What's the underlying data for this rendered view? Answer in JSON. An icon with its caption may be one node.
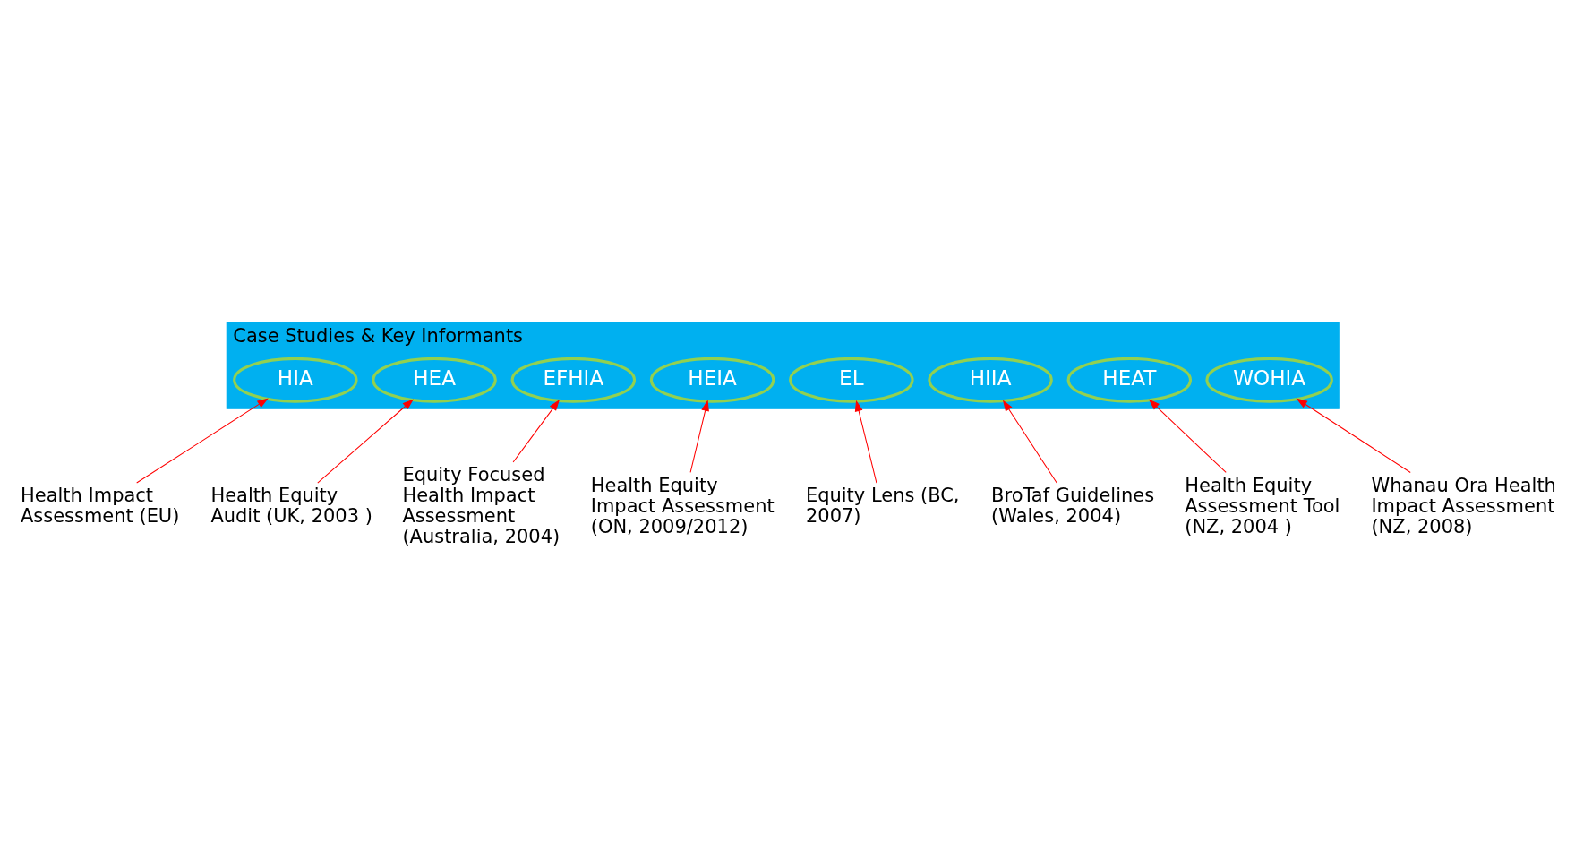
{
  "diagram": {
    "nodes": [
      {
        "text": [
          "Case Studies & Key Informants"
        ]
      },
      {
        "text": [
          "HIA"
        ],
        "in": 0
      },
      {
        "text": [
          "HEA"
        ],
        "in": 0
      },
      {
        "text": [
          "EFHIA"
        ],
        "in": 0
      },
      {
        "text": [
          "HEIA"
        ],
        "in": 0
      },
      {
        "text": [
          "EL"
        ],
        "in": 0
      },
      {
        "text": [
          "HIIA"
        ],
        "in": 0
      },
      {
        "text": [
          "HEAT"
        ],
        "in": 0
      },
      {
        "text": [
          "WOHIA"
        ],
        "in": 0
      },
      {
        "text": [
          "Health Impact Assessment (EU)"
        ]
      },
      {
        "text": [
          "Health Equity Audit (UK, 2003 )"
        ]
      },
      {
        "text": [
          "Equity Focused Health Impact Assessment (Australia, 2004)"
        ]
      },
      {
        "text": [
          "Health Equity Impact Assessment (ON, 2009/2012)"
        ]
      },
      {
        "text": [
          "Equity Lens (BC, 2007)"
        ]
      },
      {
        "text": [
          "BroTaf Guidelines (Wales, 2004)"
        ]
      },
      {
        "text": [
          "Health Equity Assessment Tool (NZ, 2004 )"
        ]
      },
      {
        "text": [
          "Whanau Ora Health Impact Assessment (NZ, 2008)"
        ]
      }
    ],
    "edges": [
      {
        "from": 9,
        "to": 1,
        "arrow": "to",
        "color": "#ff0000"
      },
      {
        "from": 10,
        "to": 2,
        "arrow": "to",
        "color": "#ff0000"
      },
      {
        "from": 11,
        "to": 3,
        "arrow": "to",
        "color": "#ff0000"
      },
      {
        "from": 12,
        "to": 4,
        "arrow": "to",
        "color": "#ff0000"
      },
      {
        "from": 13,
        "to": 5,
        "arrow": "to",
        "color": "#ff0000"
      },
      {
        "from": 14,
        "to": 6,
        "arrow": "to",
        "color": "#ff0000"
      },
      {
        "from": 15,
        "to": 7,
        "arrow": "to",
        "color": "#ff0000"
      },
      {
        "from": 16,
        "to": 8,
        "arrow": "to",
        "color": "#ff0000"
      }
    ]
  }
}
